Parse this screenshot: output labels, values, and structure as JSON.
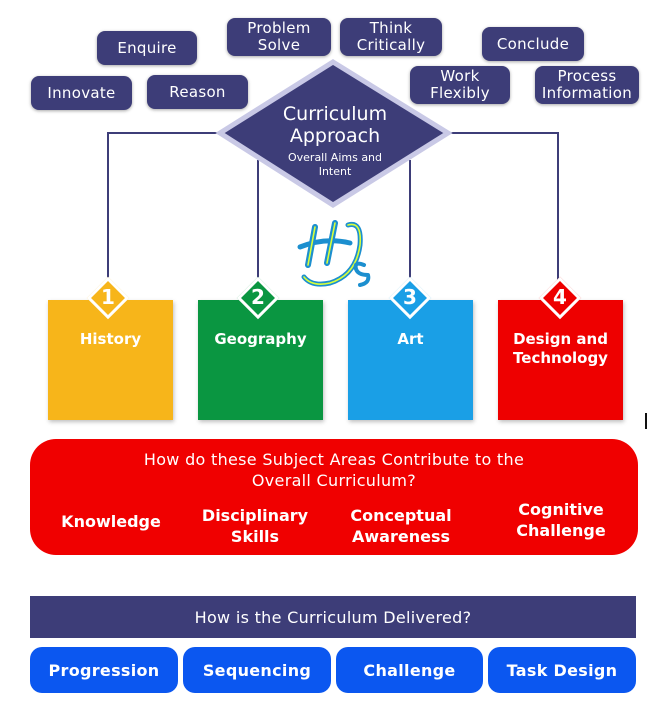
{
  "skills": [
    {
      "label": "Enquire"
    },
    {
      "label": "Problem\nSolve"
    },
    {
      "label": "Think\nCritically"
    },
    {
      "label": "Conclude"
    },
    {
      "label": "Innovate"
    },
    {
      "label": "Reason"
    },
    {
      "label": "Work\nFlexibly"
    },
    {
      "label": "Process\nInformation"
    }
  ],
  "approach": {
    "title": "Curriculum\nApproach",
    "subtitle": "Overall Aims and\nIntent"
  },
  "logo": {
    "text": "HJs"
  },
  "subjects": [
    {
      "number": "1",
      "label": "History",
      "color": "#f7b51a"
    },
    {
      "number": "2",
      "label": "Geography",
      "color": "#0a9641"
    },
    {
      "number": "3",
      "label": "Art",
      "color": "#1a9fe6"
    },
    {
      "number": "4",
      "label": "Design and\nTechnology",
      "color": "#ee0000"
    }
  ],
  "contribution": {
    "question": "How do these Subject Areas Contribute to the\nOverall Curriculum?",
    "items": [
      {
        "label": "Knowledge"
      },
      {
        "label": "Disciplinary\nSkills"
      },
      {
        "label": "Conceptual\nAwareness"
      },
      {
        "label": "Cognitive\nChallenge"
      }
    ]
  },
  "delivery": {
    "question": "How is the Curriculum Delivered?",
    "items": [
      {
        "label": "Progression"
      },
      {
        "label": "Sequencing"
      },
      {
        "label": "Challenge"
      },
      {
        "label": "Task Design"
      }
    ]
  },
  "colors": {
    "navy": "#3d3d78",
    "red": "#f00000",
    "blue": "#0b57f0"
  }
}
